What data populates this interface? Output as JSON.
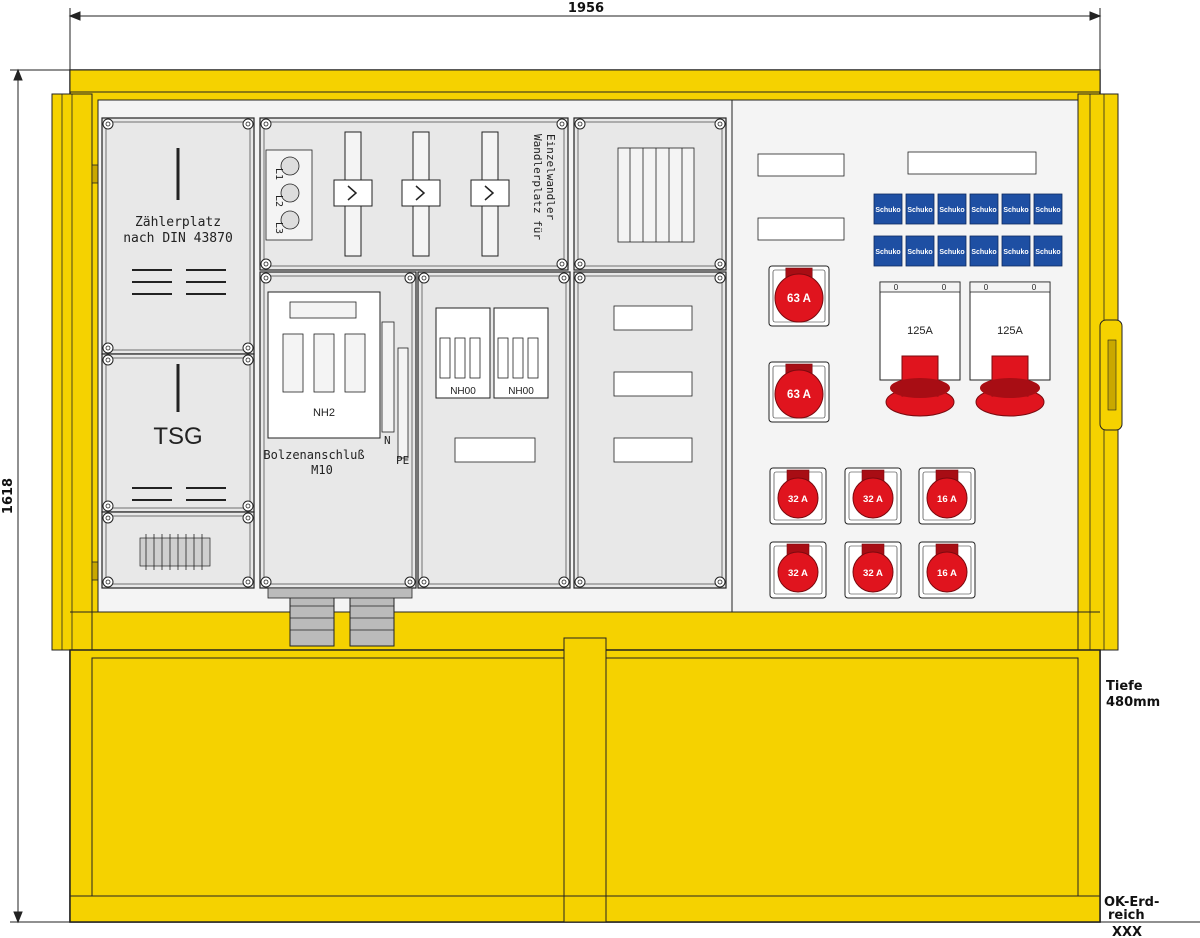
{
  "dimensions": {
    "width": "1956",
    "height": "1618",
    "depth_label": "Tiefe",
    "depth_value": "480mm",
    "ground_line1": "OK-Erd-",
    "ground_line2": "reich",
    "ground_mark": "XXX"
  },
  "meter_field": {
    "line1": "Zählerplatz",
    "line2": "nach DIN 43870"
  },
  "tsg_label": "TSG",
  "transformer_field": {
    "line1": "Wandlerplatz für",
    "line2": "Einzelwandler",
    "phase_labels": [
      "L1",
      "L2",
      "L3"
    ]
  },
  "main_switch": {
    "label": "NH2",
    "bolt_line1": "Bolzenanschluß",
    "bolt_line2": "M10",
    "n_label": "N",
    "pe_label": "PE"
  },
  "fuse_labels": [
    "NH00",
    "NH00"
  ],
  "schuko": {
    "label": "Schuko",
    "rows": 2,
    "per_row": 6
  },
  "cee_sockets": {
    "large": [
      "63 A",
      "63 A"
    ],
    "row1": [
      "32 A",
      "32 A",
      "16 A"
    ],
    "row2": [
      "32 A",
      "32 A",
      "16 A"
    ]
  },
  "big_outlets": [
    {
      "rating": "125A",
      "top_mark": "0",
      "top_mark2": "0"
    },
    {
      "rating": "125A",
      "top_mark": "0",
      "top_mark2": "0"
    }
  ],
  "colors": {
    "housing": "#f5d200",
    "housing_dark": "#c9a800",
    "panel": "#eeeeee",
    "panel_right": "#f4f4f4",
    "socket_red": "#e0141e",
    "socket_dark_red": "#a80d14",
    "schuko_blue": "#1e4fa3",
    "line": "#222222"
  }
}
